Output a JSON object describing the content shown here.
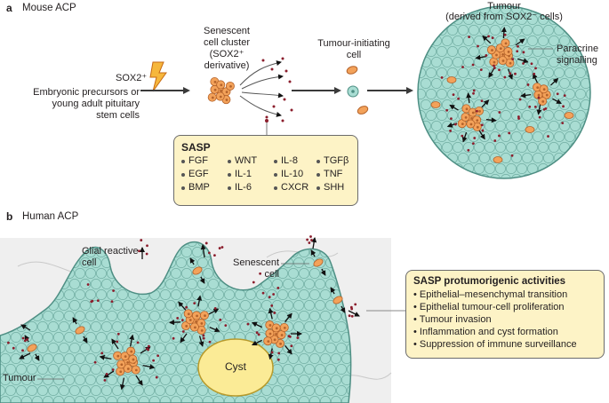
{
  "panel_a": {
    "letter": "a",
    "title": "Mouse ACP",
    "sox2_label": "SOX2⁺",
    "precursor_label": [
      "Embryonic precursors or",
      "young adult pituitary",
      "stem cells"
    ],
    "senescent_label": [
      "Senescent",
      "cell cluster",
      "(SOX2⁺",
      "derivative)"
    ],
    "initiating_label": [
      "Tumour-initiating",
      "cell"
    ],
    "tumour_label": [
      "Tumour",
      "(derived from SOX2⁻ cells)"
    ],
    "paracrine_label": [
      "Paracrine",
      "signalling"
    ],
    "sasp": {
      "title": "SASP",
      "columns": [
        [
          "FGF",
          "EGF",
          "BMP"
        ],
        [
          "WNT",
          "IL-1",
          "IL-6"
        ],
        [
          "IL-8",
          "IL-10",
          "CXCR"
        ],
        [
          "TGFβ",
          "TNF",
          "SHH"
        ]
      ]
    }
  },
  "panel_b": {
    "letter": "b",
    "title": "Human ACP",
    "glial_label": [
      "Glial reactive",
      "cell"
    ],
    "senescent_label": [
      "Senescent",
      "cell"
    ],
    "cyst_label": "Cyst",
    "tumour_label": "Tumour",
    "activities": {
      "title": "SASP protumorigenic activities",
      "items": [
        "Epithelial–mesenchymal transition",
        "Epithelial tumour-cell proliferation",
        "Tumour invasion",
        "Inflammation and cyst formation",
        "Suppression of immune surveillance"
      ]
    }
  },
  "colors": {
    "tumour_fill": "#a9ddd3",
    "tumour_cell_stroke": "#4e8f84",
    "senescent_fill": "#f3a25a",
    "senescent_stroke": "#b4632b",
    "dot": "#8b1d2c",
    "box_fill": "#fdf3c6",
    "cyst_fill": "#fbeb96",
    "tissue_bg": "#efefef"
  }
}
